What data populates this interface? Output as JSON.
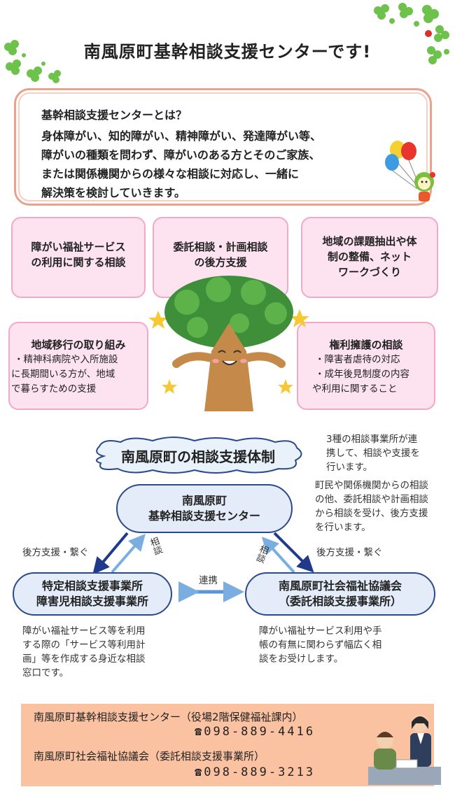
{
  "title": "南風原町基幹相談支援センターです!",
  "intro": {
    "question": "基幹相談支援センターとは？",
    "lines": [
      "身体障がい、知的障がい、精神障がい、発達障がい等、",
      "障がいの種類を問わず、障がいのある方とそのご家族、",
      "または関係機関からの様々な相談に対応し、一緒に",
      "解決策を検討していきます。"
    ]
  },
  "services": {
    "s1": {
      "lines": [
        "障がい福祉サービス",
        "の利用に関する相談"
      ]
    },
    "s2": {
      "lines": [
        "委託相談・計画相談",
        "の後方支援"
      ]
    },
    "s3": {
      "lines": [
        "地域の課題抽出や体",
        "制の整備、ネット",
        "ワークづくり"
      ]
    },
    "s4": {
      "heading": "地域移行の取り組み",
      "lines": [
        "・精神科病院や入所施設",
        "に長期間いる方が、地域",
        "で暮らすための支援"
      ]
    },
    "s5": {
      "heading": "権利擁護の相談",
      "lines": [
        "・障害者虐待の対応",
        "・成年後見制度の内容",
        "や利用に関すること"
      ]
    }
  },
  "system": {
    "cloud_title": "南風原町の相談支援体制",
    "cloud_note": [
      "3種の相談事業所が連",
      "携して、相談や支援を",
      "行います。"
    ],
    "center": [
      "南風原町",
      "基幹相談支援センター"
    ],
    "center_note": [
      "町民や関係機関からの相談",
      "の他、委託相談や計画相談",
      "から相談を受け、後方支援",
      "を行います。"
    ],
    "left_office": [
      "特定相談支援事業所",
      "障害児相談支援事業所"
    ],
    "right_office": [
      "南風原町社会福祉協議会",
      "（委託相談支援事業所）"
    ],
    "support_left": "後方支援・繋ぐ",
    "support_right": "後方支援・繋ぐ",
    "consult_left": "相談",
    "consult_right": "相談",
    "link": "連携",
    "left_note": [
      "障がい福祉サービス等を利用",
      "する際の「サービス等利用計",
      "画」等を作成する身近な相談",
      "窓口です。"
    ],
    "right_note": [
      "障がい福祉サービス利用や手",
      "帳の有無に関わらず幅広く相",
      "談をお受けします。"
    ]
  },
  "contact": {
    "center_name": "南風原町基幹相談支援センター（役場2階保健福祉課内）",
    "center_tel": "☎098-889-4416",
    "council_name": "南風原町社会福祉協議会（委託相談支援事業所）",
    "council_tel": "☎098-889-3213"
  },
  "colors": {
    "pink_fill": "#fde3ef",
    "pink_border": "#f2a9c8",
    "oval_fill": "#e3ecf8",
    "navy": "#2c4a8a",
    "footer": "#fbc2a2"
  }
}
